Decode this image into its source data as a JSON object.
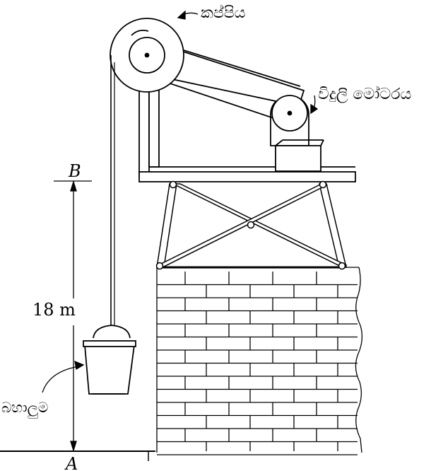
{
  "labels": {
    "pulley": "කප්පිය",
    "motor": "විදුලි මෝටරය",
    "bucket": "බහාලුම",
    "point_b": "B",
    "point_a": "A",
    "height": "18 m"
  }
}
